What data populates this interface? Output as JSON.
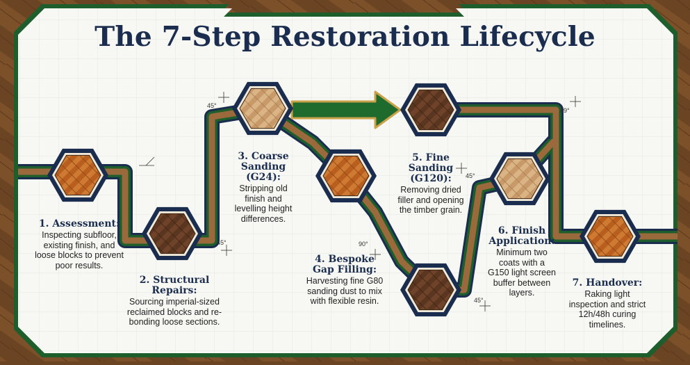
{
  "title": "The 7-Step Restoration Lifecycle",
  "steps": [
    {
      "heading": "1. Assessment:",
      "desc": "Inspecting subfloor, existing finish, and loose blocks to prevent poor results."
    },
    {
      "heading": "2. Structural Repairs:",
      "desc": "Sourcing imperial-sized reclaimed blocks and re-bonding loose sections."
    },
    {
      "heading": "3. Coarse Sanding (G24):",
      "desc": "Stripping old finish and levelling height differences."
    },
    {
      "heading": "4. Bespoke Gap Filling:",
      "desc": "Harvesting fine G80 sanding dust to mix with flexible resin."
    },
    {
      "heading": "5. Fine Sanding (G120):",
      "desc": "Removing dried filler and opening the timber grain."
    },
    {
      "heading": "6. Finish Application:",
      "desc": "Minimum two coats with a G150 light screen buffer between layers."
    },
    {
      "heading": "7. Handover:",
      "desc": "Raking light inspection and strict 12h/48h curing timelines."
    }
  ],
  "angle_marks": [
    "45°",
    "45°",
    "90°",
    "45°",
    "45°",
    "89°"
  ],
  "colors": {
    "navy": "#1b2d4f",
    "green": "#1d5e2c",
    "wood": "#9b6a3c",
    "paper": "#f7f8f3",
    "arrow": "#1f6a2d",
    "arrow_outline": "#c9a24a"
  }
}
